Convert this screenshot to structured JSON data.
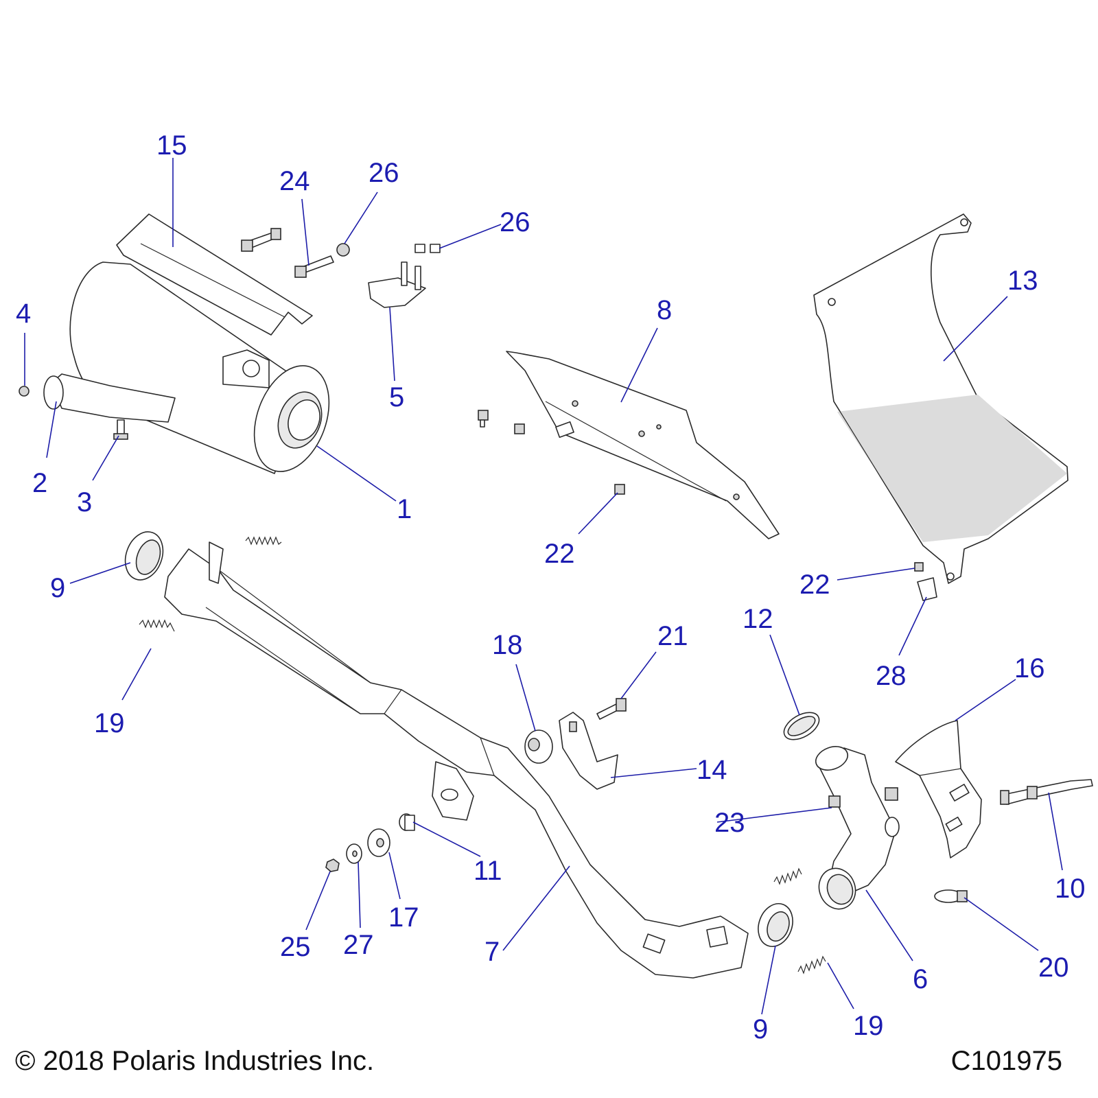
{
  "footer": {
    "copyright": "© 2018 Polaris Industries Inc.",
    "drawing_number": "C101975"
  },
  "callouts": {
    "c1": "1",
    "c2": "2",
    "c3": "3",
    "c4": "4",
    "c5": "5",
    "c6": "6",
    "c7": "7",
    "c8": "8",
    "c9a": "9",
    "c9b": "9",
    "c10": "10",
    "c11": "11",
    "c12": "12",
    "c13": "13",
    "c14": "14",
    "c15": "15",
    "c16": "16",
    "c17": "17",
    "c18": "18",
    "c19a": "19",
    "c19b": "19",
    "c20": "20",
    "c21": "21",
    "c22a": "22",
    "c22b": "22",
    "c23": "23",
    "c24": "24",
    "c25": "25",
    "c26a": "26",
    "c26b": "26",
    "c27": "27",
    "c28": "28"
  },
  "colors": {
    "callout": "#1c1cb0",
    "line_art": "#2a2a2a"
  }
}
